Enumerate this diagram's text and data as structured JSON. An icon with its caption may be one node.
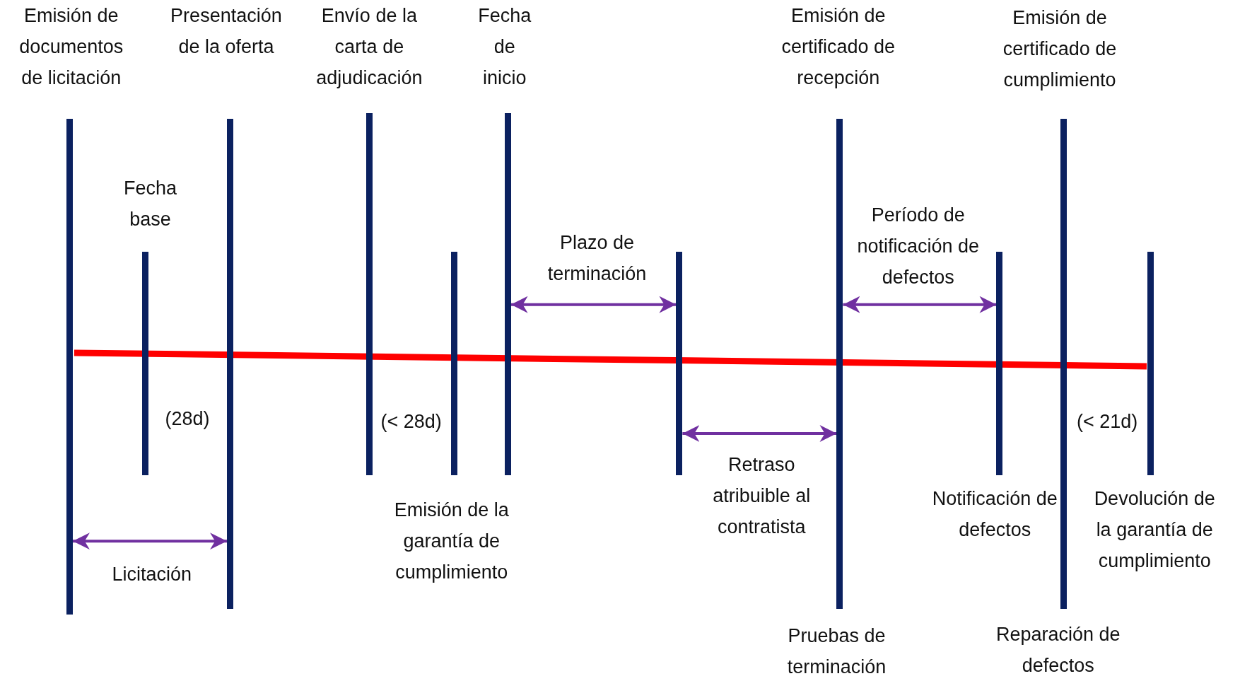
{
  "diagram": {
    "nodes": [
      {
        "text": [
          "Emisión de documentos de licitación"
        ]
      },
      {
        "text": [
          "Fecha base"
        ]
      },
      {
        "text": [
          "Presentación de la oferta"
        ]
      },
      {
        "text": [
          "Envío de la carta de adjudicación"
        ]
      },
      {
        "text": [
          "Emisión de la garantía de cumplimiento"
        ]
      },
      {
        "text": [
          "Fecha de inicio"
        ]
      },
      {
        "text": [],
        "shape": "bar"
      },
      {
        "text": [
          "Emisión de certificado de recepción",
          "Pruebas de terminación"
        ]
      },
      {
        "text": [
          "Notificación de defectos"
        ]
      },
      {
        "text": [
          "Emisión de certificado de cumplimiento",
          "Reparación de defectos"
        ]
      },
      {
        "text": [
          "Devolución de la garantía de cumplimiento"
        ]
      }
    ],
    "edges": [
      {
        "from": 0,
        "to": 2,
        "arrow": "both",
        "label": "Licitación"
      },
      {
        "from": 5,
        "to": 6,
        "arrow": "both",
        "label": "Plazo de terminación"
      },
      {
        "from": 6,
        "to": 7,
        "arrow": "both",
        "label": "Retraso atribuible al contratista"
      },
      {
        "from": 7,
        "to": 8,
        "arrow": "both",
        "label": "Período de notificación de defectos"
      }
    ],
    "labels": [
      "(28d)",
      "(< 28d)",
      "(< 21d)"
    ]
  }
}
